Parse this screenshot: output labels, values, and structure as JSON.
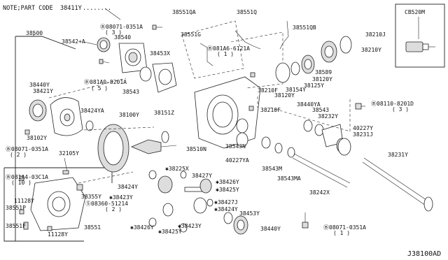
{
  "note": {
    "prefix": "NOTE;PART CODE",
    "code": "38411Y",
    "suffix": "........"
  },
  "diagram_code": "J38100AD",
  "inset": {
    "title": "CB520M"
  },
  "labels": {
    "p38500": "38500",
    "p38542": "38542+A",
    "p38540": "38540",
    "p08071_top": "Ⓑ08071-0351A",
    "p08071_top_q": "( 3 )",
    "p38453x": "38453X",
    "p081a0": "Ⓑ081A0-8201A",
    "p081a0_q": "( 5 )",
    "p38543": "38543",
    "p38440y_l": "38440Y",
    "p38421y": "38421Y",
    "p38424ya": "38424YA",
    "p38100y": "38100Y",
    "p38151z": "38151Z",
    "p38102y": "38102Y",
    "p08071_l": "Ⓑ08071-0351A",
    "p08071_l_q": "( 2 )",
    "p32105y": "32105Y",
    "p081a4": "Ⓑ081A4-03C1A",
    "p081a4_q": "( 10 )",
    "p11128y": "11128Y",
    "p38551p": "38551P",
    "p38551f": "38551F",
    "p11128y_b": "11128Y",
    "p38551": "38551",
    "p38355y": "38355Y",
    "p08360": "Ⓢ08360-51214",
    "p08360_q": "( 2 )",
    "p38424y": "38424Y",
    "p38423y": "✱38423Y",
    "p38225x": "✱38225X",
    "p38427y": "38427Y",
    "p38426y_r": "✱38426Y",
    "p38425y_r": "✱38425Y",
    "p38427j": "✱38427J",
    "p38424y_r": "✱38424Y",
    "p38423y_b": "✱38423Y",
    "p38426y_b": "✱38426Y",
    "p38425y_b": "✱38425Y",
    "p38453y": "38453Y",
    "p38440y_b": "38440Y",
    "p38510n": "38510N",
    "p38551qa": "38551QA",
    "p38551q": "38551Q",
    "p38551qb": "38551QB",
    "p38551g": "38551G",
    "p081a6": "Ⓑ081A6-6121A",
    "p081a6_q": "( 1 )",
    "p38210j": "38210J",
    "p38210y": "38210Y",
    "p38589": "38589",
    "p38120y_a": "38120Y",
    "p38125y": "38125Y",
    "p38154y": "38154Y",
    "p38120y_b": "38120Y",
    "p38210f_a": "38210F",
    "p38210f_b": "38210F",
    "p08110": "Ⓑ08110-8201D",
    "p08110_q": "( 3 )",
    "p38440ya": "38440YA",
    "p38232y": "38232Y",
    "p40227y": "40227Y",
    "p38231j": "38231J",
    "p38231y": "38231Y",
    "p38543n": "38543N",
    "p40227ya": "40227YA",
    "p38543m": "38543M",
    "p38543ma": "38543MA",
    "p38242x": "38242X",
    "p08071_b": "Ⓑ08071-0351A",
    "p08071_b_q": "( 1 )"
  }
}
